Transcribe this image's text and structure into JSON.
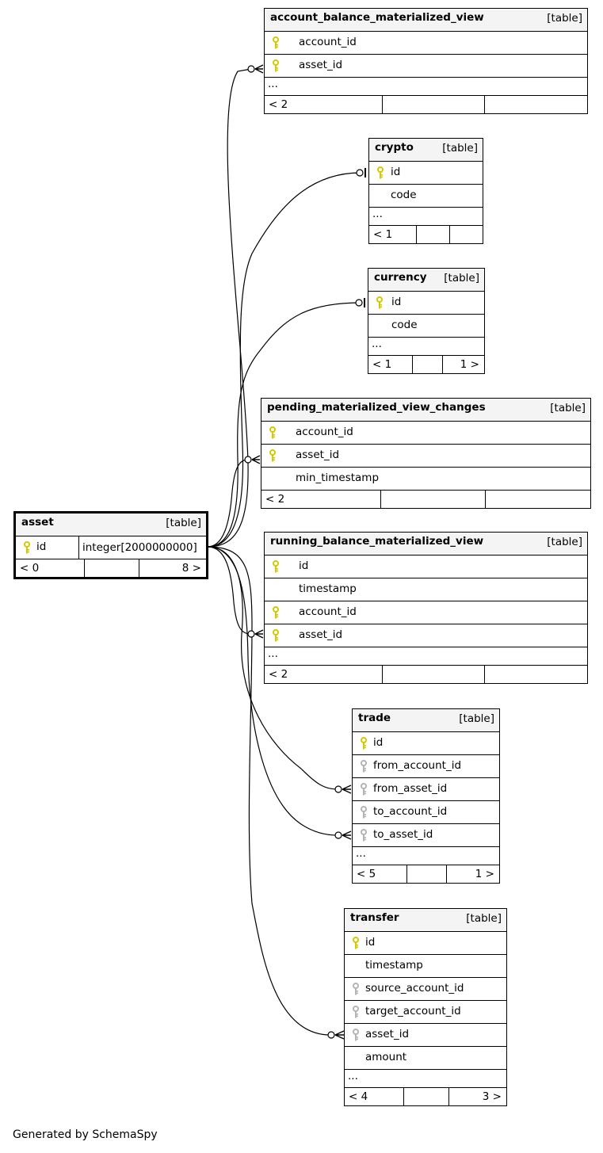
{
  "footer": "Generated by SchemaSpy",
  "key_colors": {
    "primary": "#d4c900",
    "foreign": "#b4b4b4"
  },
  "tables": {
    "account_balance_materialized_view": {
      "name": "account_balance_materialized_view",
      "type": "[table]",
      "cols": [
        "account_id",
        "asset_id"
      ],
      "more": "...",
      "parents": "< 2",
      "children": ""
    },
    "crypto": {
      "name": "crypto",
      "type": "[table]",
      "cols": [
        "id",
        "code"
      ],
      "more": "...",
      "parents": "< 1",
      "children": ""
    },
    "currency": {
      "name": "currency",
      "type": "[table]",
      "cols": [
        "id",
        "code"
      ],
      "more": "...",
      "parents": "< 1",
      "children": "1 >"
    },
    "pending": {
      "name": "pending_materialized_view_changes",
      "type": "[table]",
      "cols": [
        "account_id",
        "asset_id",
        "min_timestamp"
      ],
      "parents": "< 2",
      "children": ""
    },
    "asset": {
      "name": "asset",
      "type": "[table]",
      "col": "id",
      "col_type": "integer[2000000000]",
      "parents": "< 0",
      "children": "8 >"
    },
    "running": {
      "name": "running_balance_materialized_view",
      "type": "[table]",
      "cols": [
        "id",
        "timestamp",
        "account_id",
        "asset_id"
      ],
      "more": "...",
      "parents": "< 2",
      "children": ""
    },
    "trade": {
      "name": "trade",
      "type": "[table]",
      "cols": [
        "id",
        "from_account_id",
        "from_asset_id",
        "to_account_id",
        "to_asset_id"
      ],
      "more": "...",
      "parents": "< 5",
      "children": "1 >"
    },
    "transfer": {
      "name": "transfer",
      "type": "[table]",
      "cols": [
        "id",
        "timestamp",
        "source_account_id",
        "target_account_id",
        "asset_id",
        "amount"
      ],
      "more": "...",
      "parents": "< 4",
      "children": "3 >"
    }
  }
}
